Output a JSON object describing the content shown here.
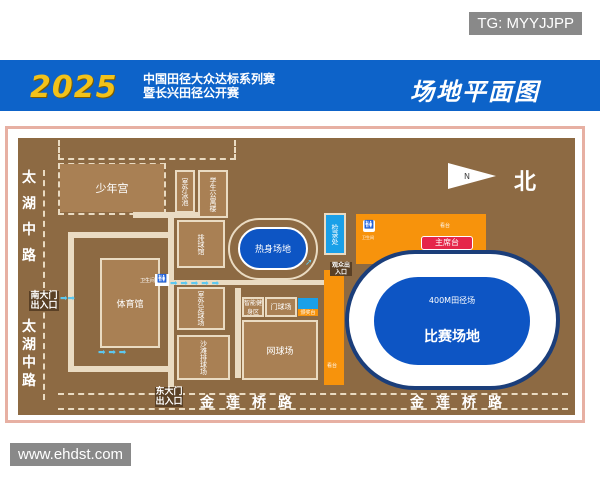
{
  "watermarks": {
    "top": "TG: MYYJJPP",
    "bottom": "www.ehdst.com"
  },
  "banner": {
    "year": "2025",
    "subtitle_line1": "中国田径大众达标系列赛",
    "subtitle_line2": "暨长兴田径公开赛",
    "title": "场地平面图"
  },
  "map": {
    "compass": {
      "letter": "N",
      "label": "北"
    },
    "roads": {
      "west": "太湖中路",
      "south": "金莲桥路"
    },
    "gates": {
      "south": "南大门出入口",
      "east": "东大门出入口",
      "spectator": "观众出入口"
    },
    "buildings": {
      "youth_palace": "少年宫",
      "outdoor_pool": "室外泳池",
      "dorm": "学生公寓楼",
      "volleyball": "排球馆",
      "warmup": "热身场地",
      "checkin": "检录处",
      "gym": "体育馆",
      "restroom": "卫生间",
      "football": "室外足球场",
      "beach_volleyball": "沙滩排球场",
      "fitness": "智能健身区",
      "gateball": "门球场",
      "award": "颁奖台",
      "tennis": "网球场",
      "stand": "看台",
      "main_stand": "主席台",
      "track_label": "400M田径场",
      "competition": "比赛场地"
    }
  },
  "colors": {
    "banner": "#0d63c9",
    "ground": "#8d6a43",
    "field": "#0d55c4",
    "orange": "#f7930c",
    "podium": "#e5254a"
  }
}
